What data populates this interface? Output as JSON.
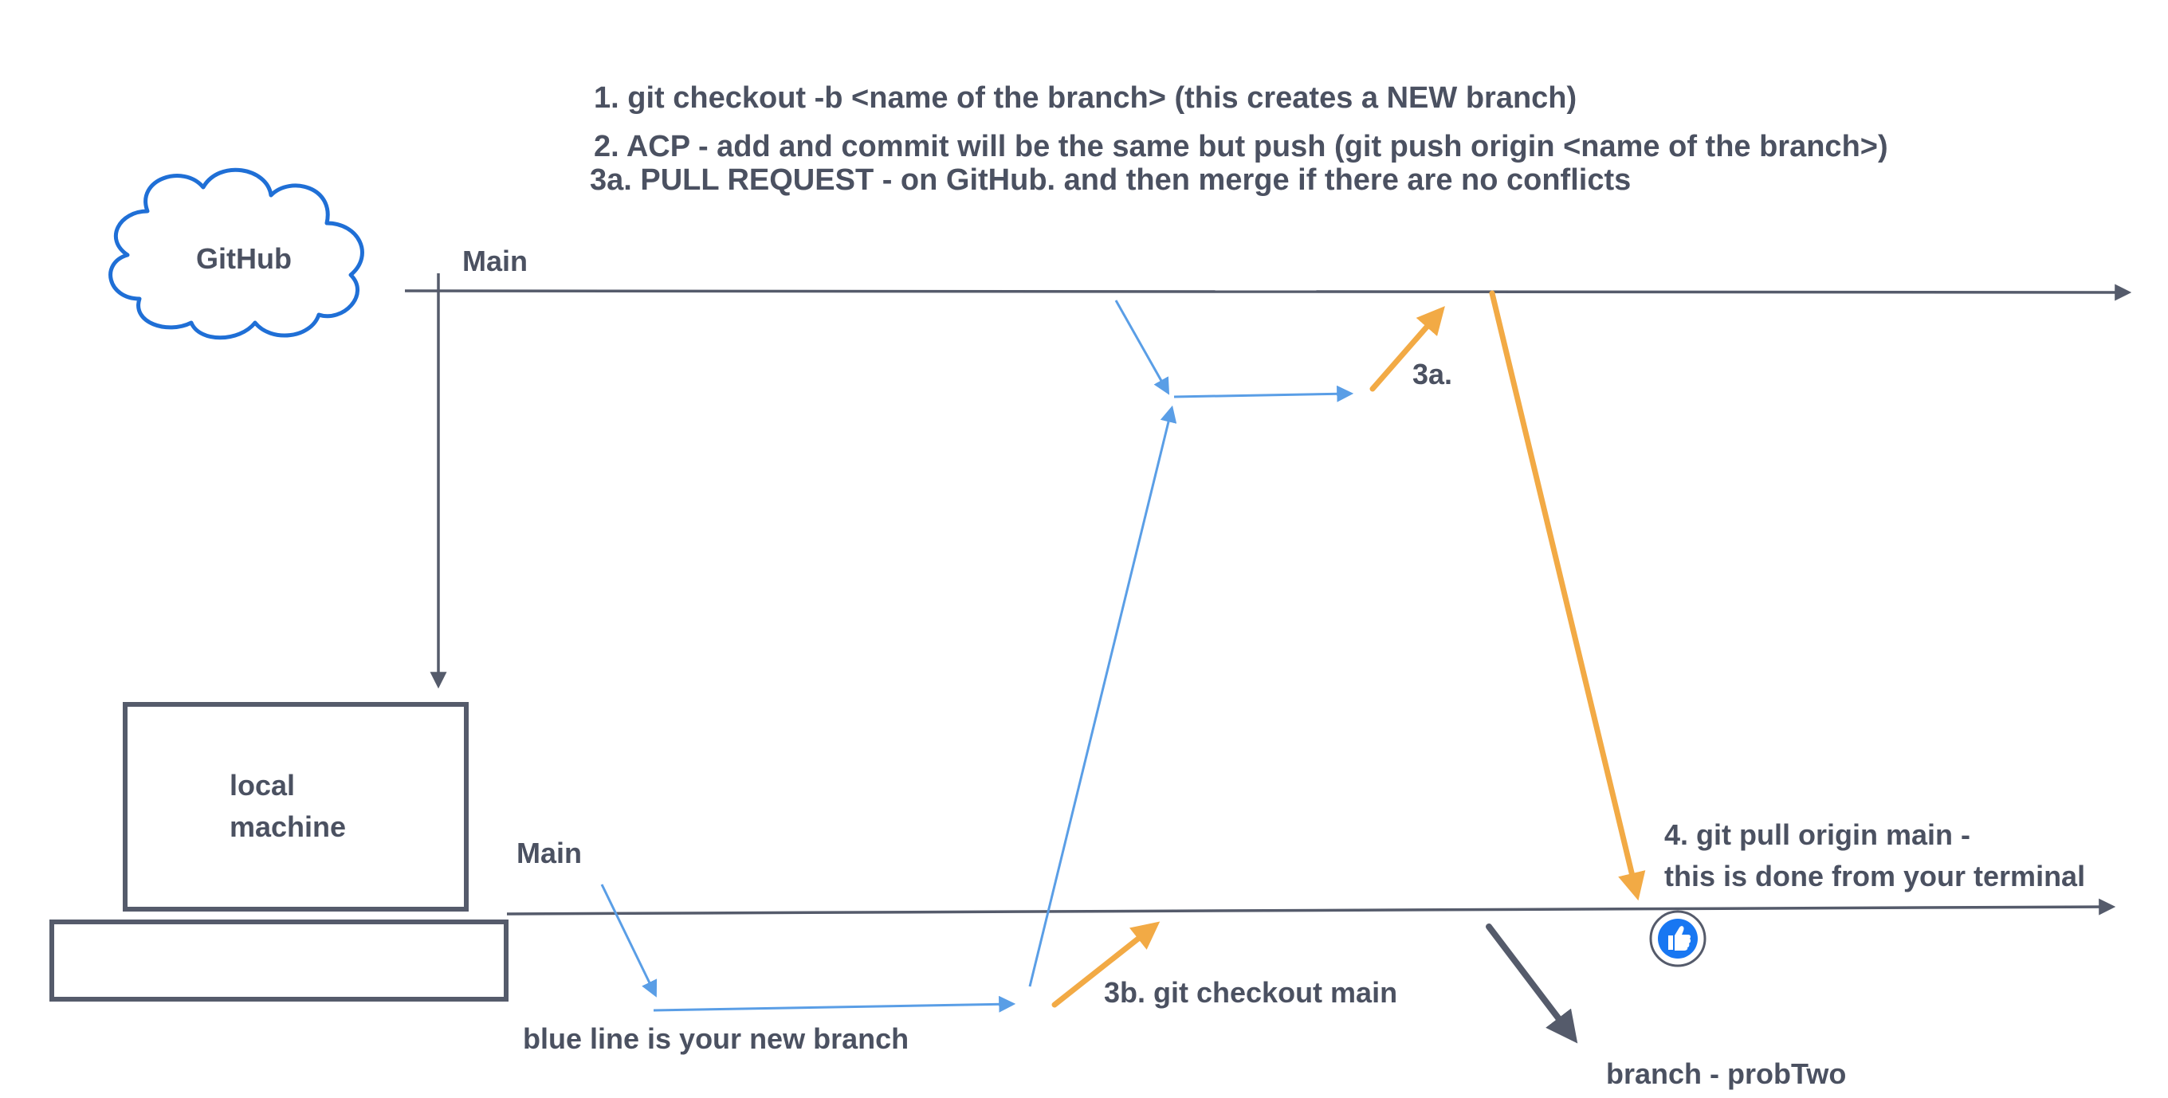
{
  "instructions": {
    "step1": "1. git checkout -b <name of the branch>  (this creates a NEW branch)",
    "step2": "2. ACP - add and commit will be the same but push (git push origin <name of the branch>)",
    "step3a": "3a. PULL REQUEST - on GitHub. and then merge if there are no conflicts"
  },
  "github": {
    "cloud_label": "GitHub",
    "main_label": "Main"
  },
  "local": {
    "machine_label_line1": "local",
    "machine_label_line2": "machine",
    "main_label": "Main"
  },
  "annotations": {
    "label_3a": "3a.",
    "label_3b": "3b. git checkout main",
    "step4_line1": "4. git pull origin main -",
    "step4_line2": "this is done from your terminal",
    "blue_line_note": "blue line is your new branch",
    "branch_name": "branch - probTwo"
  },
  "colors": {
    "gray": "#555b6b",
    "blue": "#5a9ee6",
    "orange": "#f2aa45",
    "cloud_blue": "#1f6fd6",
    "badge_blue": "#1877f2"
  },
  "icons": {
    "cloud": "cloud-icon",
    "computer": "computer-icon",
    "thumbs_up": "thumbs-up-icon"
  }
}
